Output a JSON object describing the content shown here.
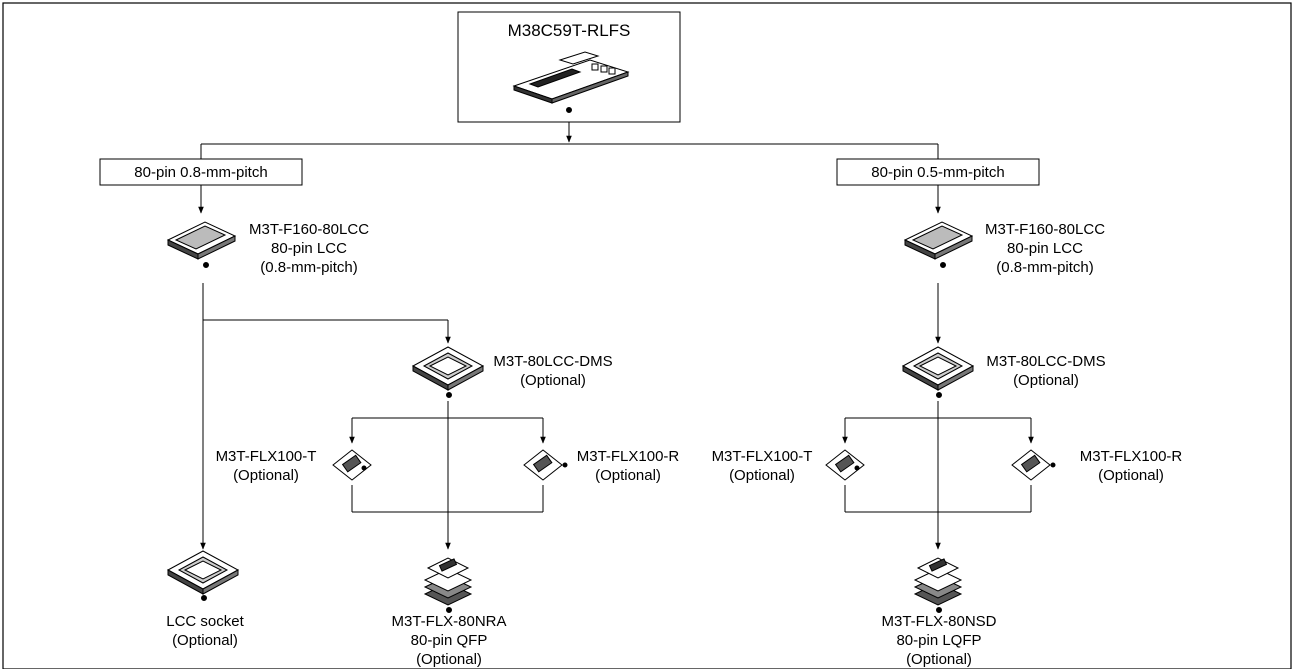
{
  "root": {
    "title": "M38C59T-RLFS"
  },
  "left_branch": {
    "pitch_label": "80-pin 0.8-mm-pitch",
    "converter": {
      "name": "M3T-F160-80LCC",
      "line2": "80-pin LCC",
      "line3": "(0.8-mm-pitch)"
    },
    "dms": {
      "name": "M3T-80LCC-DMS",
      "line2": "(Optional)"
    },
    "flx_t": {
      "name": "M3T-FLX100-T",
      "line2": "(Optional)"
    },
    "flx_r": {
      "name": "M3T-FLX100-R",
      "line2": "(Optional)"
    },
    "lcc_socket": {
      "name": "LCC socket",
      "line2": "(Optional)"
    },
    "final": {
      "name": "M3T-FLX-80NRA",
      "line2": "80-pin QFP",
      "line3": "(Optional)"
    }
  },
  "right_branch": {
    "pitch_label": "80-pin 0.5-mm-pitch",
    "converter": {
      "name": "M3T-F160-80LCC",
      "line2": "80-pin LCC",
      "line3": "(0.8-mm-pitch)"
    },
    "dms": {
      "name": "M3T-80LCC-DMS",
      "line2": "(Optional)"
    },
    "flx_t": {
      "name": "M3T-FLX100-T",
      "line2": "(Optional)"
    },
    "flx_r": {
      "name": "M3T-FLX100-R",
      "line2": "(Optional)"
    },
    "final": {
      "name": "M3T-FLX-80NSD",
      "line2": "80-pin LQFP",
      "line3": "(Optional)"
    }
  }
}
